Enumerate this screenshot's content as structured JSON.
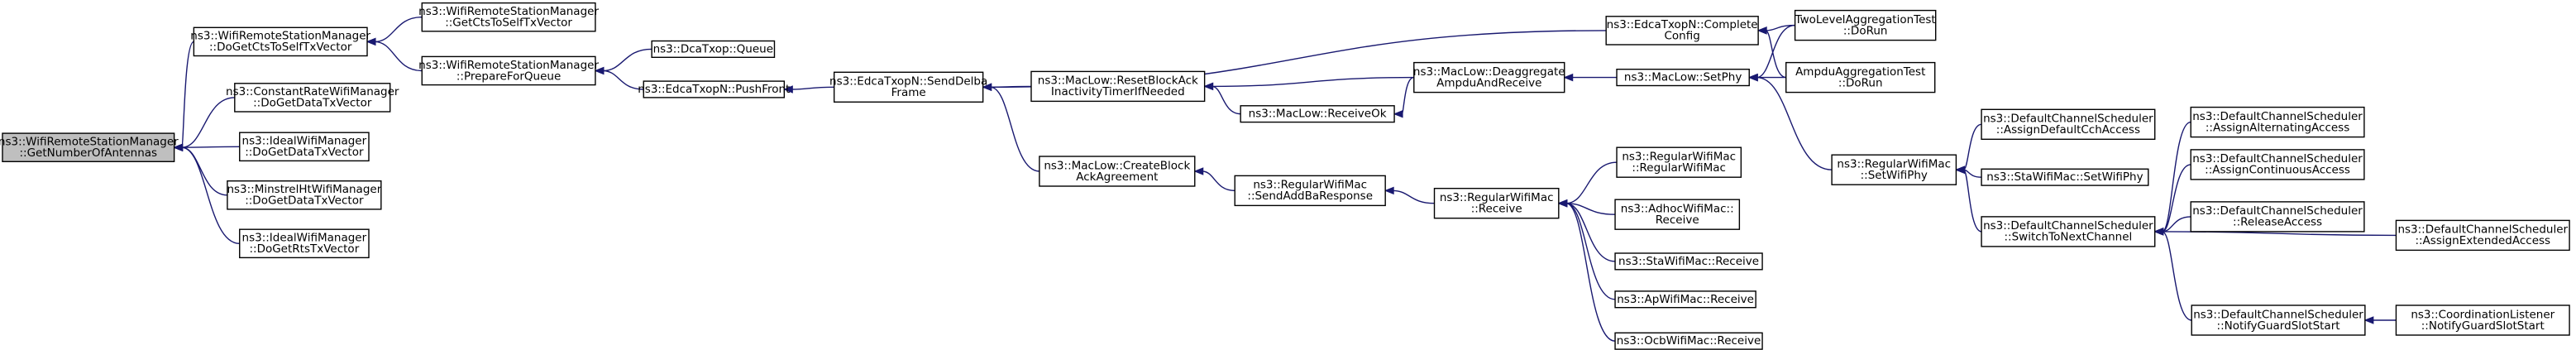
{
  "graph": {
    "kind": "doxygen-caller-graph",
    "edge_color": "#191970",
    "root_fill": "#bfbfbf",
    "node_fill": "#ffffff",
    "nodes": [
      {
        "id": "getNumberOfAntennas",
        "lines": [
          "ns3::WifiRemoteStationManager",
          "::GetNumberOfAntennas"
        ],
        "root": true
      },
      {
        "id": "doGetCtsToSelfTxVector",
        "lines": [
          "ns3::WifiRemoteStationManager",
          "::DoGetCtsToSelfTxVector"
        ]
      },
      {
        "id": "constantRateDoGetDataTxVector",
        "lines": [
          "ns3::ConstantRateWifiManager",
          "::DoGetDataTxVector"
        ]
      },
      {
        "id": "idealDoGetDataTxVector",
        "lines": [
          "ns3::IdealWifiManager",
          "::DoGetDataTxVector"
        ]
      },
      {
        "id": "minstrelHtDoGetDataTxVector",
        "lines": [
          "ns3::MinstrelHtWifiManager",
          "::DoGetDataTxVector"
        ]
      },
      {
        "id": "idealDoGetRtsTxVector",
        "lines": [
          "ns3::IdealWifiManager",
          "::DoGetRtsTxVector"
        ]
      },
      {
        "id": "getCtsToSelfTxVector",
        "lines": [
          "ns3::WifiRemoteStationManager",
          "::GetCtsToSelfTxVector"
        ]
      },
      {
        "id": "prepareForQueue",
        "lines": [
          "ns3::WifiRemoteStationManager",
          "::PrepareForQueue"
        ]
      },
      {
        "id": "dcaQueue",
        "lines": [
          "ns3::DcaTxop::Queue"
        ]
      },
      {
        "id": "edcaPushFront",
        "lines": [
          "ns3::EdcaTxopN::PushFront"
        ]
      },
      {
        "id": "edcaSendDelbaFrame",
        "lines": [
          "ns3::EdcaTxopN::SendDelba",
          "Frame"
        ]
      },
      {
        "id": "edcaCompleteConfig",
        "lines": [
          "ns3::EdcaTxopN::Complete",
          "Config"
        ]
      },
      {
        "id": "resetBlockAck",
        "lines": [
          "ns3::MacLow::ResetBlockAck",
          "InactivityTimerIfNeeded"
        ]
      },
      {
        "id": "createBlockAck",
        "lines": [
          "ns3::MacLow::CreateBlock",
          "AckAgreement"
        ]
      },
      {
        "id": "macLowReceiveOk",
        "lines": [
          "ns3::MacLow::ReceiveOk"
        ]
      },
      {
        "id": "deaggregate",
        "lines": [
          "ns3::MacLow::Deaggregate",
          "AmpduAndReceive"
        ]
      },
      {
        "id": "sendAddBaResponse",
        "lines": [
          "ns3::RegularWifiMac",
          "::SendAddBaResponse"
        ]
      },
      {
        "id": "regularReceive",
        "lines": [
          "ns3::RegularWifiMac",
          "::Receive"
        ]
      },
      {
        "id": "regularCtor",
        "lines": [
          "ns3::RegularWifiMac",
          "::RegularWifiMac"
        ]
      },
      {
        "id": "adhocReceive",
        "lines": [
          "ns3::AdhocWifiMac::",
          "Receive"
        ]
      },
      {
        "id": "staReceive",
        "lines": [
          "ns3::StaWifiMac::Receive"
        ]
      },
      {
        "id": "apReceive",
        "lines": [
          "ns3::ApWifiMac::Receive"
        ]
      },
      {
        "id": "ocbReceive",
        "lines": [
          "ns3::OcbWifiMac::Receive"
        ]
      },
      {
        "id": "macLowSetPhy",
        "lines": [
          "ns3::MacLow::SetPhy"
        ]
      },
      {
        "id": "twoLevelDoRun",
        "lines": [
          "TwoLevelAggregationTest",
          "::DoRun"
        ]
      },
      {
        "id": "ampduDoRun",
        "lines": [
          "AmpduAggregationTest",
          "::DoRun"
        ]
      },
      {
        "id": "regularSetWifiPhy",
        "lines": [
          "ns3::RegularWifiMac",
          "::SetWifiPhy"
        ]
      },
      {
        "id": "assignDefaultCch",
        "lines": [
          "ns3::DefaultChannelScheduler",
          "::AssignDefaultCchAccess"
        ]
      },
      {
        "id": "staSetWifiPhy",
        "lines": [
          "ns3::StaWifiMac::SetWifiPhy"
        ]
      },
      {
        "id": "switchToNextChannel",
        "lines": [
          "ns3::DefaultChannelScheduler",
          "::SwitchToNextChannel"
        ]
      },
      {
        "id": "notifyGuardSlotStart",
        "lines": [
          "ns3::DefaultChannelScheduler",
          "::NotifyGuardSlotStart"
        ]
      },
      {
        "id": "assignAlternating",
        "lines": [
          "ns3::DefaultChannelScheduler",
          "::AssignAlternatingAccess"
        ]
      },
      {
        "id": "assignContinuous",
        "lines": [
          "ns3::DefaultChannelScheduler",
          "::AssignContinuousAccess"
        ]
      },
      {
        "id": "releaseAccess",
        "lines": [
          "ns3::DefaultChannelScheduler",
          "::ReleaseAccess"
        ]
      },
      {
        "id": "assignExtended",
        "lines": [
          "ns3::DefaultChannelScheduler",
          "::AssignExtendedAccess"
        ]
      },
      {
        "id": "coordNotifyGuardSlotStart",
        "lines": [
          "ns3::CoordinationListener",
          "::NotifyGuardSlotStart"
        ]
      }
    ],
    "edges": [
      {
        "from": "doGetCtsToSelfTxVector",
        "to": "getNumberOfAntennas"
      },
      {
        "from": "constantRateDoGetDataTxVector",
        "to": "getNumberOfAntennas"
      },
      {
        "from": "idealDoGetDataTxVector",
        "to": "getNumberOfAntennas"
      },
      {
        "from": "minstrelHtDoGetDataTxVector",
        "to": "getNumberOfAntennas"
      },
      {
        "from": "idealDoGetRtsTxVector",
        "to": "getNumberOfAntennas"
      },
      {
        "from": "getCtsToSelfTxVector",
        "to": "doGetCtsToSelfTxVector"
      },
      {
        "from": "prepareForQueue",
        "to": "doGetCtsToSelfTxVector"
      },
      {
        "from": "dcaQueue",
        "to": "prepareForQueue"
      },
      {
        "from": "edcaPushFront",
        "to": "prepareForQueue"
      },
      {
        "from": "edcaSendDelbaFrame",
        "to": "edcaPushFront"
      },
      {
        "from": "edcaCompleteConfig",
        "to": "edcaSendDelbaFrame"
      },
      {
        "from": "resetBlockAck",
        "to": "edcaSendDelbaFrame"
      },
      {
        "from": "createBlockAck",
        "to": "edcaSendDelbaFrame"
      },
      {
        "from": "deaggregate",
        "to": "resetBlockAck"
      },
      {
        "from": "macLowReceiveOk",
        "to": "resetBlockAck"
      },
      {
        "from": "deaggregate",
        "to": "macLowReceiveOk"
      },
      {
        "from": "macLowSetPhy",
        "to": "deaggregate"
      },
      {
        "from": "twoLevelDoRun",
        "to": "macLowSetPhy"
      },
      {
        "from": "ampduDoRun",
        "to": "macLowSetPhy"
      },
      {
        "from": "regularSetWifiPhy",
        "to": "macLowSetPhy"
      },
      {
        "from": "twoLevelDoRun",
        "to": "edcaCompleteConfig"
      },
      {
        "from": "ampduDoRun",
        "to": "edcaCompleteConfig"
      },
      {
        "from": "sendAddBaResponse",
        "to": "createBlockAck"
      },
      {
        "from": "regularReceive",
        "to": "sendAddBaResponse"
      },
      {
        "from": "regularCtor",
        "to": "regularReceive"
      },
      {
        "from": "adhocReceive",
        "to": "regularReceive"
      },
      {
        "from": "staReceive",
        "to": "regularReceive"
      },
      {
        "from": "apReceive",
        "to": "regularReceive"
      },
      {
        "from": "ocbReceive",
        "to": "regularReceive"
      },
      {
        "from": "assignDefaultCch",
        "to": "regularSetWifiPhy"
      },
      {
        "from": "staSetWifiPhy",
        "to": "regularSetWifiPhy"
      },
      {
        "from": "switchToNextChannel",
        "to": "regularSetWifiPhy"
      },
      {
        "from": "assignAlternating",
        "to": "switchToNextChannel"
      },
      {
        "from": "assignContinuous",
        "to": "switchToNextChannel"
      },
      {
        "from": "releaseAccess",
        "to": "switchToNextChannel"
      },
      {
        "from": "assignExtended",
        "to": "switchToNextChannel"
      },
      {
        "from": "notifyGuardSlotStart",
        "to": "switchToNextChannel"
      },
      {
        "from": "coordNotifyGuardSlotStart",
        "to": "notifyGuardSlotStart"
      }
    ]
  }
}
